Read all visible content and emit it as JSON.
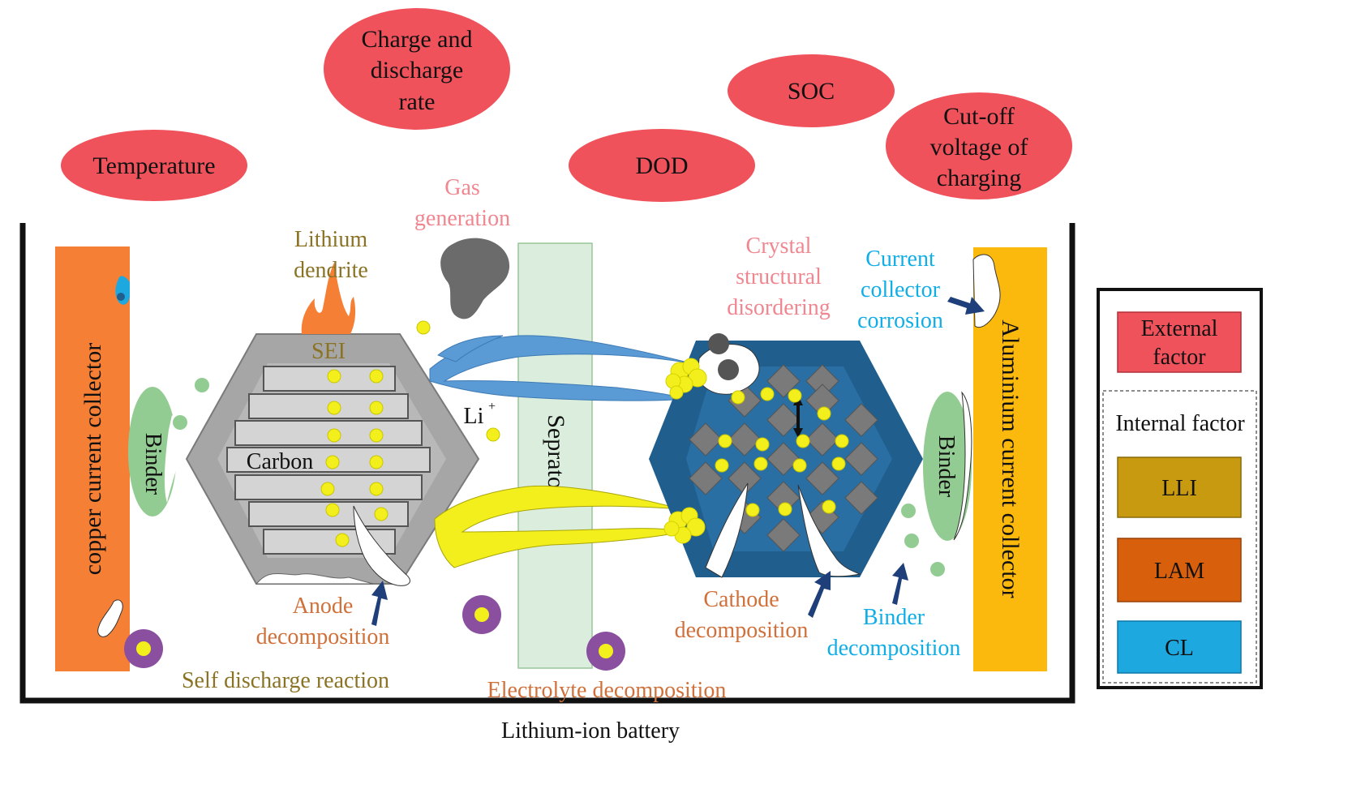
{
  "external_factors": {
    "temperature": "Temperature",
    "rate_l1": "Charge and",
    "rate_l2": "discharge",
    "rate_l3": "rate",
    "soc": "SOC",
    "dod": "DOD",
    "cutoff_l1": "Cut-off",
    "cutoff_l2": "voltage of",
    "cutoff_l3": "charging"
  },
  "labels": {
    "copper_collector": "copper current collector",
    "aluminium_collector": "Aluminium current collector",
    "binder": "Binder",
    "carbon": "Carbon",
    "sei": "SEI",
    "li_ion": "Li",
    "li_sup": "+",
    "separator": "Seprator",
    "lithium_dendrite_l1": "Lithium",
    "lithium_dendrite_l2": "dendrite",
    "gas_l1": "Gas",
    "gas_l2": "generation",
    "crystal_l1": "Crystal",
    "crystal_l2": "structural",
    "crystal_l3": "disordering",
    "corrosion_l1": "Current",
    "corrosion_l2": "collector",
    "corrosion_l3": "corrosion",
    "anode_l1": "Anode",
    "anode_l2": "decomposition",
    "cathode_l1": "Cathode",
    "cathode_l2": "decomposition",
    "binder_dec_l1": "Binder",
    "binder_dec_l2": "decomposition",
    "self_discharge": "Self discharge reaction",
    "electrolyte": "Electrolyte decomposition",
    "battery_caption": "Lithium-ion battery"
  },
  "legend": {
    "external_l1": "External",
    "external_l2": "factor",
    "internal": "Internal factor",
    "lli": "LLI",
    "lam": "LAM",
    "cl": "CL"
  },
  "colors": {
    "external": "#f0525c",
    "lli": "#c89a10",
    "lam": "#d8600c",
    "cl": "#1ea8e0",
    "copper": "#f57f35",
    "aluminium": "#fbb80d",
    "binder": "#93cc92",
    "separator": "#dbeedd",
    "anode": "#a6a6a6",
    "cathode": "#1f5e8d",
    "li_dot": "#f2ef1c",
    "lli_text": "#8a7324",
    "lam_text": "#d0703a",
    "cl_text": "#11aee6",
    "gas_text": "#f08790"
  }
}
